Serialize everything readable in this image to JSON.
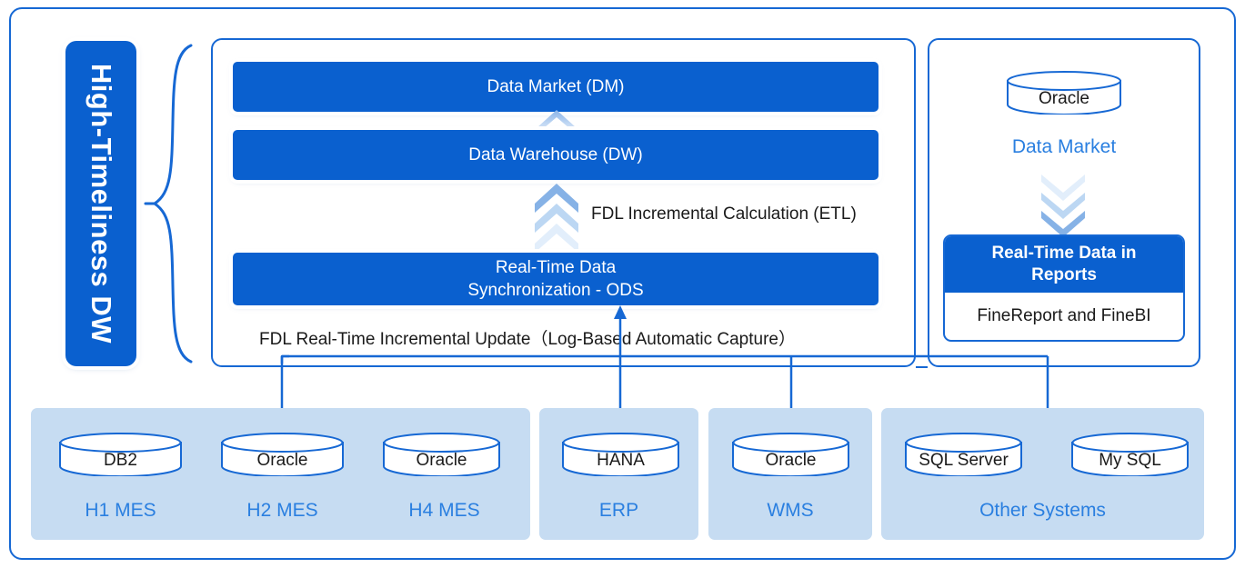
{
  "banner": {
    "label": "High-Timeliness DW"
  },
  "core": {
    "layers": [
      {
        "name": "dm",
        "label": "Data Market (DM)"
      },
      {
        "name": "dw",
        "label": "Data Warehouse (DW)"
      },
      {
        "name": "ods",
        "line1": "Real-Time Data",
        "line2": "Synchronization - ODS"
      }
    ],
    "etl_label": "FDL Incremental Calculation (ETL)",
    "realtime_label": "FDL Real-Time Incremental Update（Log-Based Automatic Capture）"
  },
  "report_panel": {
    "db_label": "Oracle",
    "caption": "Data Market",
    "card_title_line1": "Real-Time Data in",
    "card_title_line2": "Reports",
    "card_body": "FineReport and FineBI"
  },
  "sources": [
    {
      "panel": "mes",
      "title": "",
      "databases": []
    },
    {
      "panel": "erp",
      "title": "ERP",
      "databases": [
        "HANA"
      ]
    },
    {
      "panel": "wms",
      "title": "WMS",
      "databases": [
        "Oracle"
      ]
    },
    {
      "panel": "other",
      "title": "Other Systems",
      "databases": [
        "SQL Server",
        "My SQL"
      ]
    }
  ],
  "mes_group": [
    {
      "db": "DB2",
      "title": "H1 MES"
    },
    {
      "db": "Oracle",
      "title": "H2 MES"
    },
    {
      "db": "Oracle",
      "title": "H4 MES"
    }
  ],
  "colors": {
    "primary_blue": "#0a60cf",
    "border_blue": "#1668d4",
    "caption_blue": "#2a7fe0",
    "panel_fill": "#c6dcf2",
    "text_dark": "#1a1a1a"
  }
}
